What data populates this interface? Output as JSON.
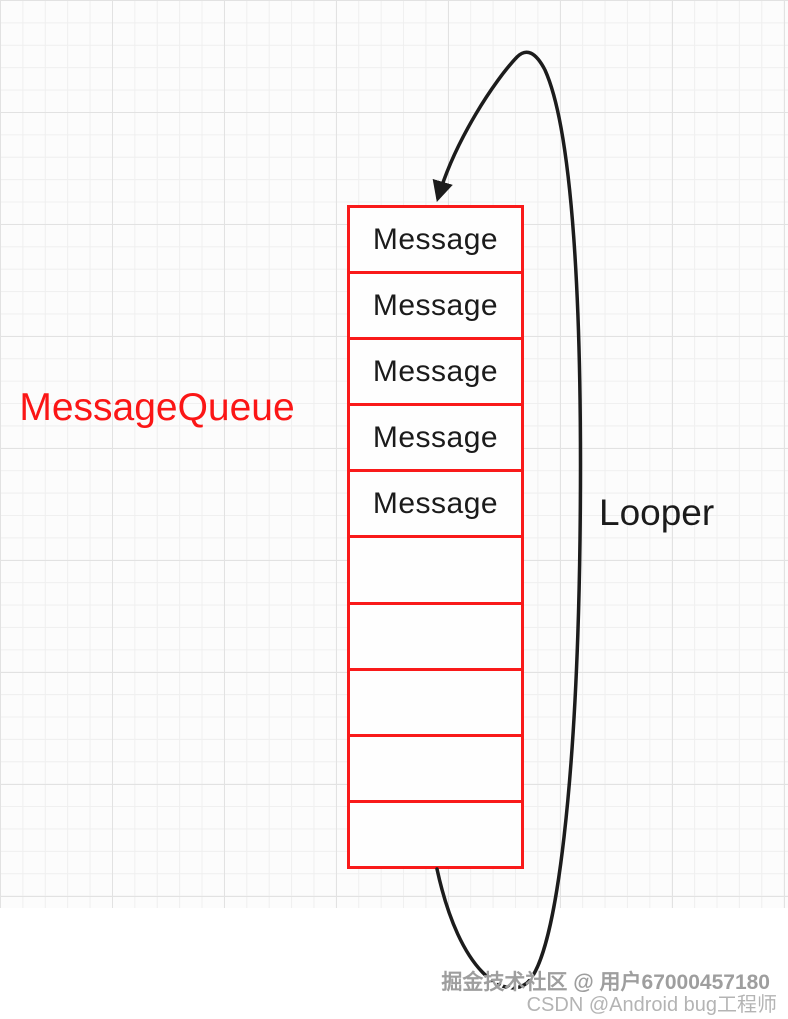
{
  "diagram": {
    "queue_label": "MessageQueue",
    "loop_label": "Looper",
    "rows": [
      {
        "label": "Message"
      },
      {
        "label": "Message"
      },
      {
        "label": "Message"
      },
      {
        "label": "Message"
      },
      {
        "label": "Message"
      },
      {
        "label": ""
      },
      {
        "label": ""
      },
      {
        "label": ""
      },
      {
        "label": ""
      },
      {
        "label": ""
      }
    ]
  },
  "watermarks": {
    "line1": "掘金技术社区 @ 用户67000457180",
    "line2": "CSDN @Android bug工程师"
  },
  "colors": {
    "box_border": "#f91a1a",
    "queue_label_color": "#fb1616",
    "text_color": "#1b1b1b",
    "arrow_color": "#1c1c1c",
    "grid_minor": "#efefef",
    "grid_major": "#e2e2e2",
    "watermark1_color": "#9e9e9e",
    "watermark2_color": "#b4b4b4"
  }
}
